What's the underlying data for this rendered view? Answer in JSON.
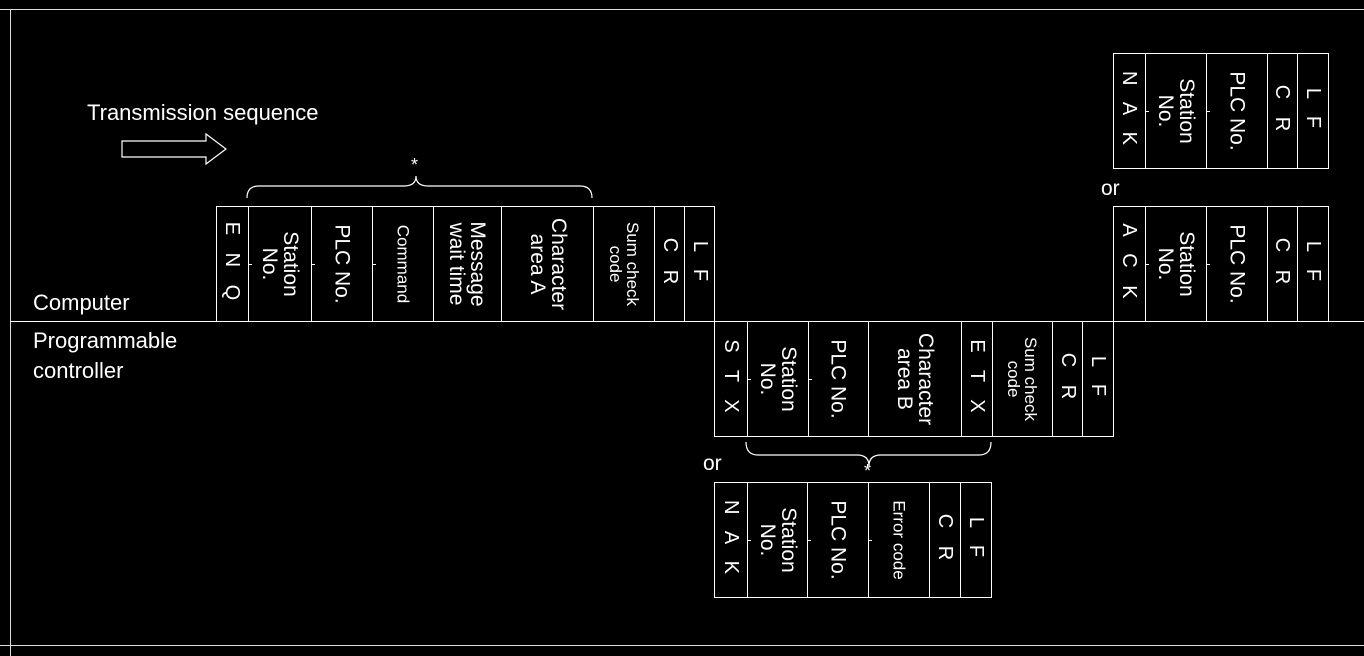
{
  "labels": {
    "transmission_sequence": "Transmission sequence",
    "computer": "Computer",
    "programmable_controller_line1": "Programmable",
    "programmable_controller_line2": "controller",
    "or": "or",
    "asterisk": "*"
  },
  "frames": {
    "request": [
      "E N Q",
      "Station\nNo.",
      "PLC No.",
      "Command",
      "Message\nwait time",
      "Character\narea A",
      "Sum check\ncode",
      "C R",
      "L F"
    ],
    "stx_response": [
      "S T X",
      "Station\nNo.",
      "PLC No.",
      "Character\narea B",
      "E T X",
      "Sum check\ncode",
      "C R",
      "L F"
    ],
    "nak_response": [
      "N A K",
      "Station\nNo.",
      "PLC No.",
      "Error code",
      "C R",
      "L F"
    ],
    "ack_reply": [
      "A C K",
      "Station\nNo.",
      "PLC No.",
      "C R",
      "L F"
    ],
    "nak_reply": [
      "N A K",
      "Station\nNo.",
      "PLC No.",
      "C R",
      "L F"
    ]
  }
}
